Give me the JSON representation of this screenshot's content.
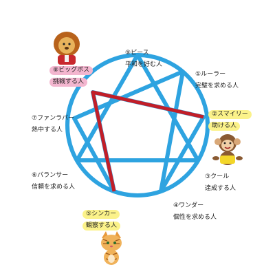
{
  "types": [
    {
      "name": "⑨ピース",
      "desc": "平和を好む人"
    },
    {
      "name": "①ルーラー",
      "desc": "完璧を求める人"
    },
    {
      "name": "②スマイリー",
      "desc": "助ける人"
    },
    {
      "name": "③クール",
      "desc": "達成する人"
    },
    {
      "name": "④ワンダー",
      "desc": "個性を求める人"
    },
    {
      "name": "⑤シンカー",
      "desc": "観察する人"
    },
    {
      "name": "⑥バランサー",
      "desc": "信頼を求める人"
    },
    {
      "name": "⑦ファンラバー",
      "desc": "熱中する人"
    },
    {
      "name": "⑧ビッグボス",
      "desc": "挑戦する人"
    }
  ],
  "colors": {
    "diagram_blue": "#2ea3e0",
    "highlight_red": "#c21e28",
    "pink_highlight": "#f3b6cf",
    "yellow_highlight": "#fbf28a"
  },
  "mascots": [
    "lion-mascot",
    "monkey-mascot",
    "cat-mascot"
  ]
}
